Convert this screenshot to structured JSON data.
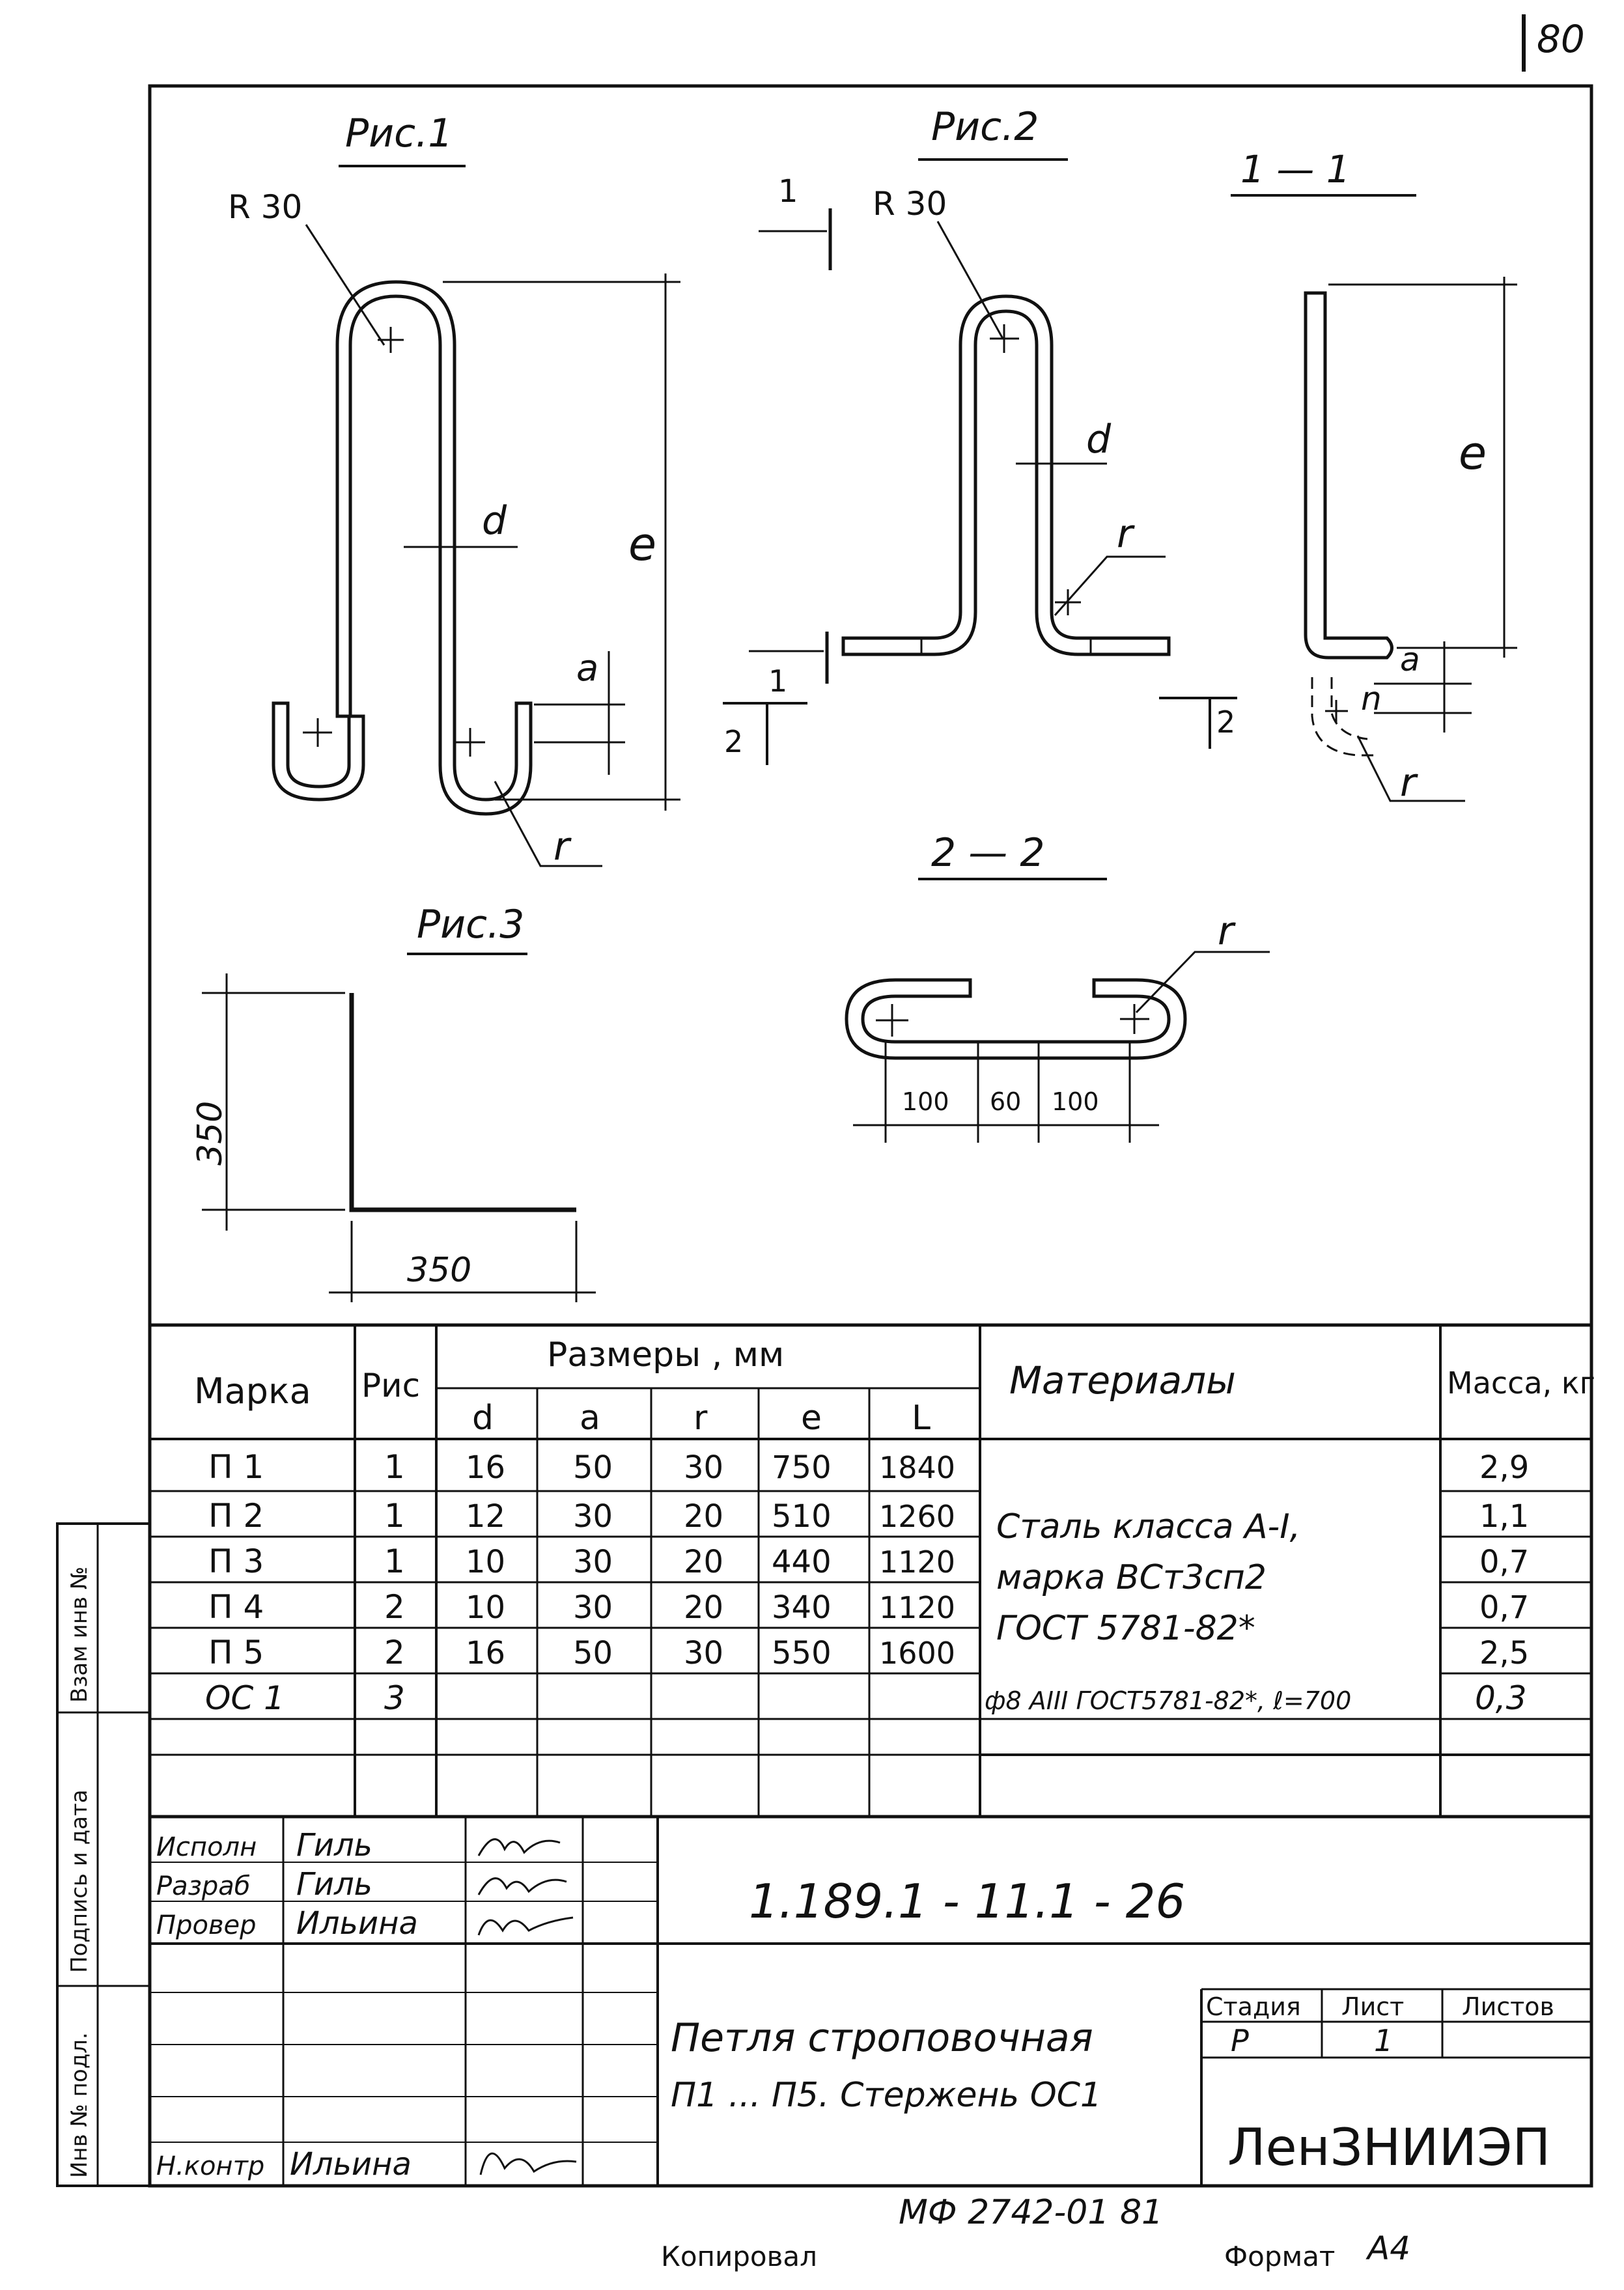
{
  "sheet_number": "80",
  "figures": {
    "fig1": {
      "caption": "Рис.1",
      "radius": "R 30",
      "labels": [
        "d",
        "e",
        "a",
        "r"
      ]
    },
    "fig2": {
      "caption": "Рис.2",
      "radius": "R 30",
      "labels": [
        "d",
        "r"
      ],
      "cut_marks": [
        "1",
        "1",
        "2",
        "2"
      ]
    },
    "sec11": {
      "caption": "1 — 1",
      "labels": [
        "e",
        "a",
        "n",
        "r"
      ]
    },
    "sec22": {
      "caption": "2 — 2",
      "label_r": "r",
      "dims": [
        "100",
        "60",
        "100"
      ]
    },
    "fig3": {
      "caption": "Рис.3",
      "dim_vertical": "350",
      "dim_horizontal": "350"
    }
  },
  "spec_table": {
    "headers": {
      "mark": "Марка",
      "fig": "Рис",
      "dims_group": "Размеры , мм",
      "dims": [
        "d",
        "a",
        "r",
        "e",
        "L"
      ],
      "materials": "Материалы",
      "mass": "Масса, кг"
    },
    "rows": [
      {
        "mark": "П 1",
        "fig": "1",
        "d": "16",
        "a": "50",
        "r": "30",
        "e": "750",
        "L": "1840",
        "mass": "2,9"
      },
      {
        "mark": "П 2",
        "fig": "1",
        "d": "12",
        "a": "30",
        "r": "20",
        "e": "510",
        "L": "1260",
        "mass": "1,1"
      },
      {
        "mark": "П 3",
        "fig": "1",
        "d": "10",
        "a": "30",
        "r": "20",
        "e": "440",
        "L": "1120",
        "mass": "0,7"
      },
      {
        "mark": "П 4",
        "fig": "2",
        "d": "10",
        "a": "30",
        "r": "20",
        "e": "340",
        "L": "1120",
        "mass": "0,7"
      },
      {
        "mark": "П 5",
        "fig": "2",
        "d": "16",
        "a": "50",
        "r": "30",
        "e": "550",
        "L": "1600",
        "mass": "2,5"
      },
      {
        "mark": "ОС 1",
        "fig": "3",
        "d": "",
        "a": "",
        "r": "",
        "e": "",
        "L": "",
        "mass": "0,3"
      }
    ],
    "material_main": [
      "Сталь класса А-I,",
      "марка ВСт3сп2",
      "ГОСТ 5781-82*"
    ],
    "material_oc1": "ф8 АIII ГОСТ5781-82*, ℓ=700"
  },
  "side_labels": {
    "inv_podl": "Инв № подл.",
    "podpis_data": "Подпись и дата",
    "vzam_inv": "Взам инв №"
  },
  "title_block": {
    "roles": [
      {
        "role": "Исполн",
        "name": "Гиль"
      },
      {
        "role": "Разраб",
        "name": "Гиль"
      },
      {
        "role": "Провер",
        "name": "Ильина"
      },
      {
        "role": "Н.контр",
        "name": "Ильина"
      }
    ],
    "code": "1.189.1 - 11.1 - 26",
    "title_line1": "Петля строповочная",
    "title_line2": "П1 ... П5. Стержень ОС1",
    "stage_label": "Стадия",
    "sheet_label": "Лист",
    "sheets_label": "Листов",
    "stage": "Р",
    "sheet": "1",
    "sheets": "",
    "org": "ЛенЗНИИЭП"
  },
  "footer": {
    "archive_no": "МФ 2742-01  81",
    "copied": "Копировал",
    "format_label": "Формат",
    "format": "А4"
  },
  "colors": {
    "ink": "#111111",
    "paper": "#ffffff"
  }
}
